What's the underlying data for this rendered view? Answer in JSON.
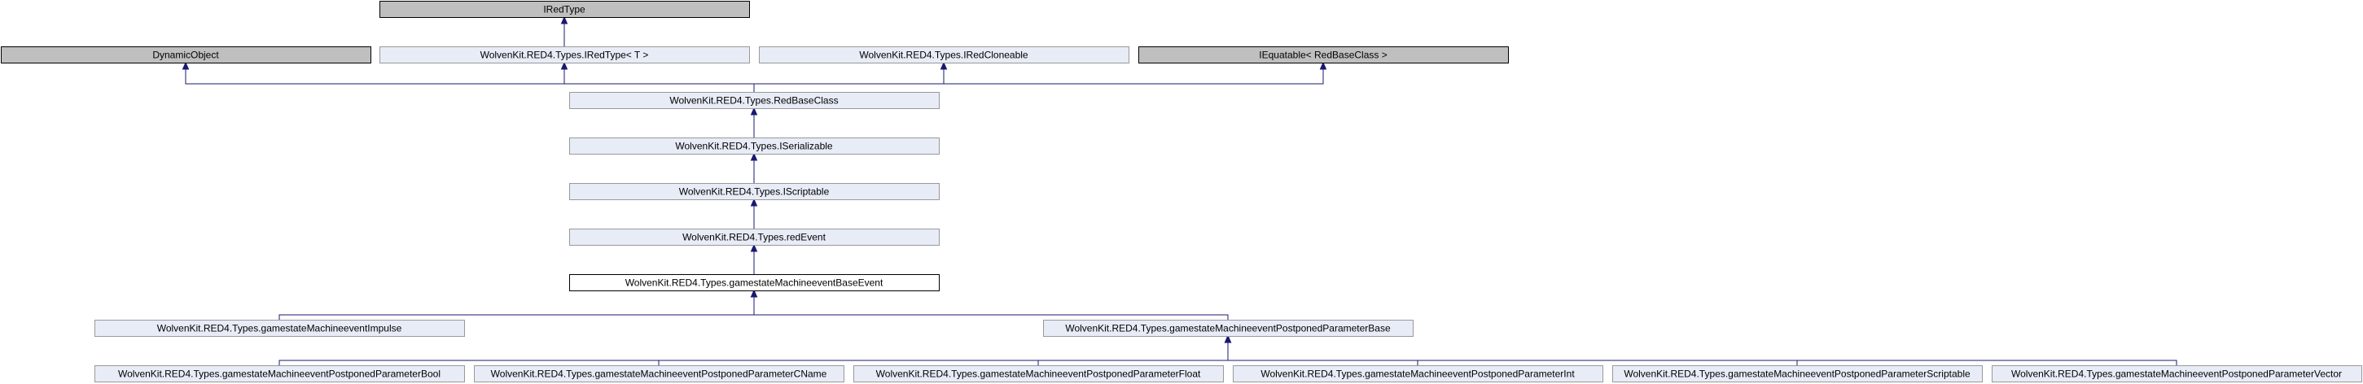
{
  "diagram": {
    "nodes": {
      "iredtype": {
        "label": "IRedType",
        "style": "external"
      },
      "dynamicobject": {
        "label": "DynamicObject",
        "style": "external"
      },
      "iredtype_t": {
        "label": "WolvenKit.RED4.Types.IRedType< T >",
        "style": "normal"
      },
      "iredcloneable": {
        "label": "WolvenKit.RED4.Types.IRedCloneable",
        "style": "normal"
      },
      "iequatable": {
        "label": "IEquatable< RedBaseClass >",
        "style": "external"
      },
      "redbaseclass": {
        "label": "WolvenKit.RED4.Types.RedBaseClass",
        "style": "normal"
      },
      "iserializable": {
        "label": "WolvenKit.RED4.Types.ISerializable",
        "style": "normal"
      },
      "iscriptable": {
        "label": "WolvenKit.RED4.Types.IScriptable",
        "style": "normal"
      },
      "redevent": {
        "label": "WolvenKit.RED4.Types.redEvent",
        "style": "normal"
      },
      "baseevent": {
        "label": "WolvenKit.RED4.Types.gamestateMachineeventBaseEvent",
        "style": "current"
      },
      "impulse": {
        "label": "WolvenKit.RED4.Types.gamestateMachineeventImpulse",
        "style": "normal"
      },
      "ppbase": {
        "label": "WolvenKit.RED4.Types.gamestateMachineeventPostponedParameterBase",
        "style": "normal"
      },
      "ppbool": {
        "label": "WolvenKit.RED4.Types.gamestateMachineeventPostponedParameterBool",
        "style": "normal"
      },
      "ppcname": {
        "label": "WolvenKit.RED4.Types.gamestateMachineeventPostponedParameterCName",
        "style": "normal"
      },
      "ppfloat": {
        "label": "WolvenKit.RED4.Types.gamestateMachineeventPostponedParameterFloat",
        "style": "normal"
      },
      "ppint": {
        "label": "WolvenKit.RED4.Types.gamestateMachineeventPostponedParameterInt",
        "style": "normal"
      },
      "ppscriptable": {
        "label": "WolvenKit.RED4.Types.gamestateMachineeventPostponedParameterScriptable",
        "style": "normal"
      },
      "ppvector": {
        "label": "WolvenKit.RED4.Types.gamestateMachineeventPostponedParameterVector",
        "style": "normal"
      }
    },
    "edges": [
      {
        "from": "iredtype_t",
        "to": "iredtype"
      },
      {
        "from": "redbaseclass",
        "to": "dynamicobject"
      },
      {
        "from": "redbaseclass",
        "to": "iredtype_t"
      },
      {
        "from": "redbaseclass",
        "to": "iredcloneable"
      },
      {
        "from": "redbaseclass",
        "to": "iequatable"
      },
      {
        "from": "iserializable",
        "to": "redbaseclass"
      },
      {
        "from": "iscriptable",
        "to": "iserializable"
      },
      {
        "from": "redevent",
        "to": "iscriptable"
      },
      {
        "from": "baseevent",
        "to": "redevent"
      },
      {
        "from": "impulse",
        "to": "baseevent"
      },
      {
        "from": "ppbase",
        "to": "baseevent"
      },
      {
        "from": "ppbool",
        "to": "ppbase"
      },
      {
        "from": "ppcname",
        "to": "ppbase"
      },
      {
        "from": "ppfloat",
        "to": "ppbase"
      },
      {
        "from": "ppint",
        "to": "ppbase"
      },
      {
        "from": "ppscriptable",
        "to": "ppbase"
      },
      {
        "from": "ppvector",
        "to": "ppbase"
      }
    ],
    "colors": {
      "external_fill": "#bfbfbf",
      "external_stroke": "#000000",
      "normal_fill": "#e8ecf7",
      "normal_stroke": "#999999",
      "current_fill": "#ffffff",
      "current_stroke": "#000000",
      "edge": "#191970"
    }
  }
}
